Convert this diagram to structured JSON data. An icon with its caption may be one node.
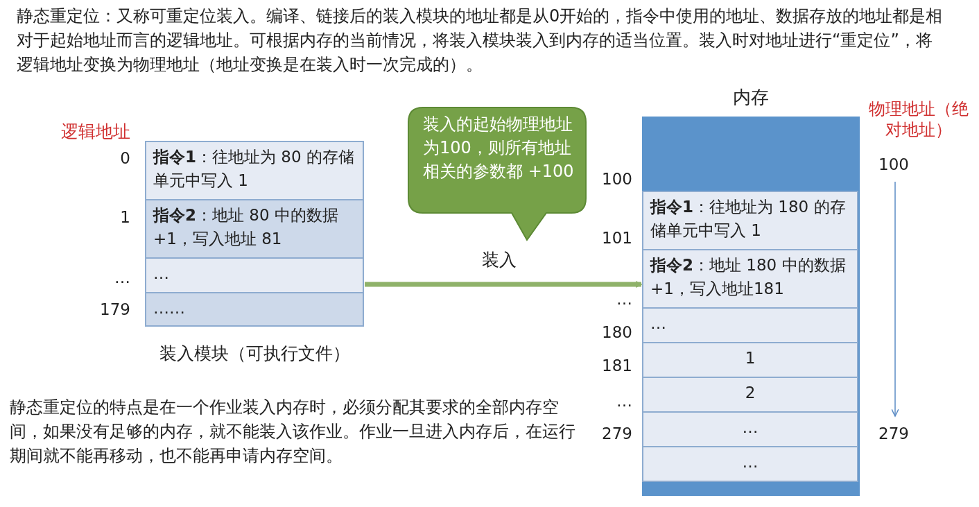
{
  "diagram": {
    "nodes": [
      {
        "text": [],
        "shape": "box",
        "beside": [
          "装入模块（可执行文件）"
        ]
      },
      {
        "text": [
          "**指令1**：往地址为 80 的存储单元中写入 1"
        ],
        "in": 0
      },
      {
        "text": [
          "**指令2**：地址 80 中的数据+1，写入地址 81"
        ],
        "in": 0
      },
      {
        "text": [
          "…"
        ],
        "in": 0
      },
      {
        "text": [
          "……"
        ],
        "in": 0
      },
      {
        "text": [
          "装入的起始物理地址为100，则所有地址相关的参数都 +100"
        ]
      },
      {
        "text": [
          "内存"
        ]
      },
      {
        "text": [
          "**指令1**：往地址为 180 的存储单元中写入 1"
        ],
        "in": 6
      },
      {
        "text": [
          "**指令2**：地址 180 中的数据+1，写入地址181"
        ],
        "in": 6
      },
      {
        "text": [
          "…"
        ],
        "in": 6
      },
      {
        "text": [
          "1"
        ],
        "in": 6
      },
      {
        "text": [
          "2"
        ],
        "in": 6
      },
      {
        "text": [
          "…"
        ],
        "in": 6
      },
      {
        "text": [
          "…"
        ],
        "in": 6
      }
    ],
    "edges": [
      {
        "from": 0,
        "to": 6,
        "arrow": "to",
        "label": "装入"
      }
    ],
    "labels": [
      "静态重定位：又称可重定位装入。编译、链接后的装入模块的地址都是从0开始的，指令中使用的地址、数据存放的地址都是相对于起始地址而言的逻辑地址。可根据内存的当前情况，将装入模块装入到内存的适当位置。装入时对地址进行“重定位”，将逻辑地址变换为物理地址（地址变换是在装入时一次完成的）。",
      "逻辑地址",
      "0",
      "1",
      "…",
      "179",
      "物理地址（绝对地址）",
      "100",
      "101",
      "…",
      "180",
      "181",
      "…",
      "279",
      "100",
      "279",
      "静态重定位的特点是在一个作业装入内存时，必须分配其要求的全部内存空间，如果没有足够的内存，就不能装入该作业。作业一旦进入内存后，在运行期间就不能再移动，也不能再申请内存空间。"
    ]
  }
}
